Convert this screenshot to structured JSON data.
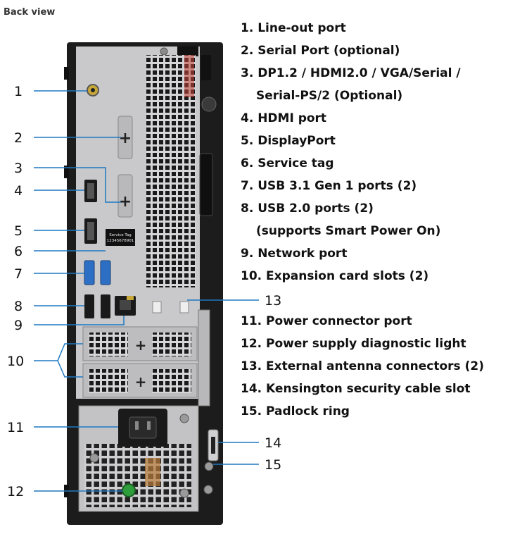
{
  "section_title": "Back view",
  "legend": [
    {
      "text": "1. Line-out port"
    },
    {
      "text": "2. Serial Port (optional)"
    },
    {
      "text": "3. DP1.2 / HDMI2.0 / VGA/Serial /"
    },
    {
      "text": "Serial-PS/2 (Optional)",
      "cont": true
    },
    {
      "text": "4. HDMI port"
    },
    {
      "text": "5. DisplayPort"
    },
    {
      "text": "6. Service tag"
    },
    {
      "text": "7. USB 3.1 Gen 1 ports (2)"
    },
    {
      "text": "8. USB 2.0 ports (2)"
    },
    {
      "text": "(supports Smart Power On)",
      "cont": true
    },
    {
      "text": "9. Network port"
    },
    {
      "text": "10. Expansion card slots (2)"
    },
    {
      "text": ""
    },
    {
      "text": "11. Power connector port"
    },
    {
      "text": "12. Power supply diagnostic light"
    },
    {
      "text": "13. External antenna connectors (2)"
    },
    {
      "text": "14. Kensington security cable slot"
    },
    {
      "text": "15. Padlock ring"
    }
  ],
  "callouts": {
    "c1": "1",
    "c2": "2",
    "c3": "3",
    "c4": "4",
    "c5": "5",
    "c6": "6",
    "c7": "7",
    "c8": "8",
    "c9": "9",
    "c10": "10",
    "c11": "11",
    "c12": "12",
    "c13": "13",
    "c14": "14",
    "c15": "15"
  },
  "service_tag": {
    "line1": "Service Tag",
    "line2": "12345678901"
  },
  "colors": {
    "chassis": "#1c1c1c",
    "panel": "#c9c9cb",
    "usb3": "#2d6fc4",
    "power_led": "#2e9e3c",
    "line_out": "#c9a83a"
  }
}
